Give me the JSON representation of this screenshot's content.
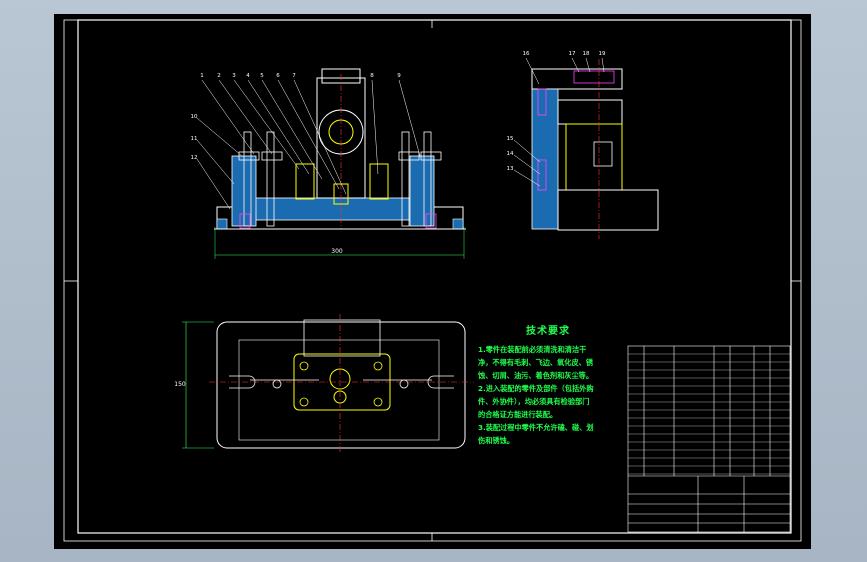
{
  "colors": {
    "background": "#000000",
    "outline": "#ffffff",
    "section": "#ffff00",
    "note_text": "#21ff4c",
    "accent_red": "#ff3030",
    "accent_magenta": "#ff40ff",
    "hatch_fill": "#1a6bb0",
    "dimension": "#33ff66"
  },
  "front_view": {
    "callouts": [
      "1",
      "2",
      "3",
      "4",
      "5",
      "6",
      "7",
      "8",
      "9",
      "10",
      "11",
      "12"
    ],
    "dimension_label": "300"
  },
  "side_view": {
    "callouts": [
      "16",
      "17",
      "18",
      "19",
      "15",
      "14",
      "13"
    ]
  },
  "top_view": {
    "dimension_label": "150"
  },
  "technical_requirements": {
    "title": "技术要求",
    "lines": [
      "1.零件在装配前必须清洗和清洁干",
      "净，不得有毛刺、飞边、氧化皮、锈",
      "蚀、切屑、油污、着色剂和灰尘等。",
      "2.进入装配的零件及部件（包括外购",
      "件、外协件），均必须具有检验部门",
      "的合格证方能进行装配。",
      "3.装配过程中零件不允许磕、碰、划",
      "伤和锈蚀。"
    ]
  }
}
